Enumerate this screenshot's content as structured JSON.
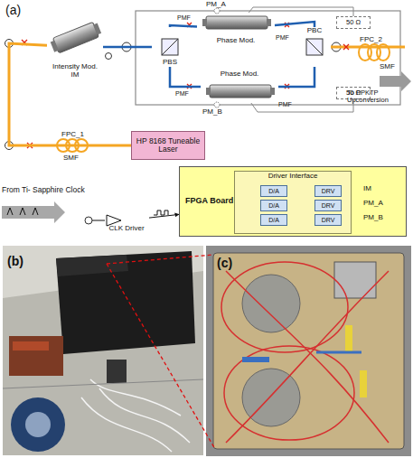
{
  "diagram": {
    "nodes": [
      {
        "text": [
          "Intensity Mod.",
          "IM"
        ]
      },
      {
        "text": [
          "Phase Mod."
        ]
      },
      {
        "text": [
          "Phase Mod."
        ]
      },
      {
        "text": [
          "PBS"
        ]
      },
      {
        "text": [
          "PBC"
        ]
      },
      {
        "text": [
          "50 Ω"
        ]
      },
      {
        "text": [
          "50 Ω"
        ]
      },
      {
        "text": [
          "HP 8168 Tuneable Laser"
        ]
      },
      {
        "text": [
          "FPGA Board"
        ]
      },
      {
        "text": [
          "Driver Interface"
        ],
        "in": 8
      },
      {
        "text": [
          "D/A"
        ],
        "in": 9
      },
      {
        "text": [
          "D/A"
        ],
        "in": 9
      },
      {
        "text": [
          "D/A"
        ],
        "in": 9
      },
      {
        "text": [
          "DRV"
        ],
        "in": 9
      },
      {
        "text": [
          "DRV"
        ],
        "in": 9
      },
      {
        "text": [
          "DRV"
        ],
        "in": 9
      },
      {
        "text": [
          "CLK Driver"
        ]
      }
    ],
    "edges": [
      {
        "from": 7,
        "to": 0,
        "arrow": "none"
      },
      {
        "from": 0,
        "to": 3,
        "arrow": "none"
      },
      {
        "from": 3,
        "to": 1,
        "arrow": "none"
      },
      {
        "from": 3,
        "to": 2,
        "arrow": "none"
      },
      {
        "from": 1,
        "to": 4,
        "arrow": "none"
      },
      {
        "from": 2,
        "to": 4,
        "arrow": "none"
      },
      {
        "from": 1,
        "to": 5,
        "arrow": "none"
      },
      {
        "from": 2,
        "to": 6,
        "arrow": "none"
      },
      {
        "from": 10,
        "to": 13,
        "arrow": "to"
      },
      {
        "from": 11,
        "to": 14,
        "arrow": "to"
      },
      {
        "from": 12,
        "to": 15,
        "arrow": "to"
      },
      {
        "from": 16,
        "to": 8,
        "arrow": "to"
      }
    ],
    "labels": [
      "(a)",
      "PM_A",
      "PMF",
      "PMF",
      "PMF",
      "PMF",
      "PM_B",
      "FPC_2",
      "SMF",
      "To PPKTP Upconversion",
      "FPC_1",
      "SMF",
      "From Ti- Sapphire Clock",
      "IM",
      "PM_A",
      "PM_B",
      "(b)",
      "(c)"
    ]
  }
}
